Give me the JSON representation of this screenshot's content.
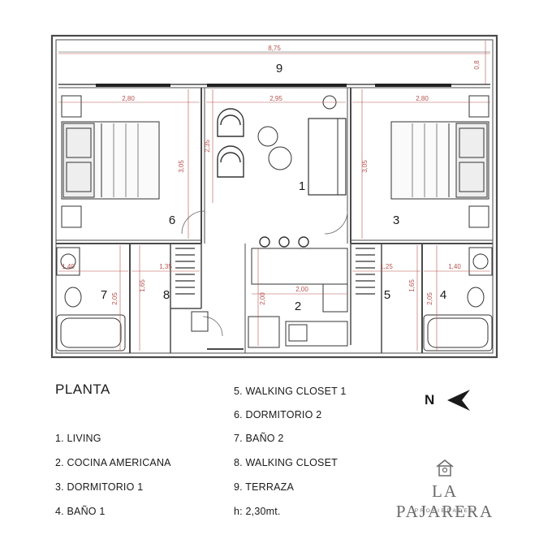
{
  "plan": {
    "dimensions": {
      "total_width": "8,75",
      "terrace_depth": "0,8",
      "left_bedroom_width": "2,80",
      "living_width": "2,95",
      "right_bedroom_width": "2,80",
      "living_depth": "2,35",
      "left_bedroom_depth": "3,05",
      "right_bedroom_depth": "3,05",
      "bath2_width": "1,40",
      "closet_left_width": "1,35",
      "closet_right_width": "1,25",
      "bath1_width": "1,40",
      "bath2_depth": "2,05",
      "closet_left_depth": "1,65",
      "kitchen_depth": "2,00",
      "kitchen_width": "2,00",
      "closet_right_depth": "1,65",
      "bath1_depth": "2,05"
    },
    "room_numbers": {
      "living": "1",
      "kitchen": "2",
      "bedroom1": "3",
      "bath1": "4",
      "closet1": "5",
      "bedroom2": "6",
      "bath2": "7",
      "closet2": "8",
      "terrace": "9"
    }
  },
  "legend": {
    "title": "PLANTA",
    "items": [
      "1. LIVING",
      "2. COCINA AMERICANA",
      "3. DORMITORIO 1",
      "4. BAÑO 1",
      "5. WALKING CLOSET 1",
      "6. DORMITORIO 2",
      "7. BAÑO 2",
      "8. WALKING CLOSET",
      "9. TERRAZA"
    ],
    "height_note": "h: 2,30mt."
  },
  "north": {
    "letter": "N"
  },
  "brand": {
    "name": "LA PAJARERA",
    "subtitle": "PROPIEDADES"
  },
  "colors": {
    "wall": "#4a4a4a",
    "dimension": "#b5524f",
    "text": "#1a1a1a",
    "brand": "#6b6b6b"
  }
}
